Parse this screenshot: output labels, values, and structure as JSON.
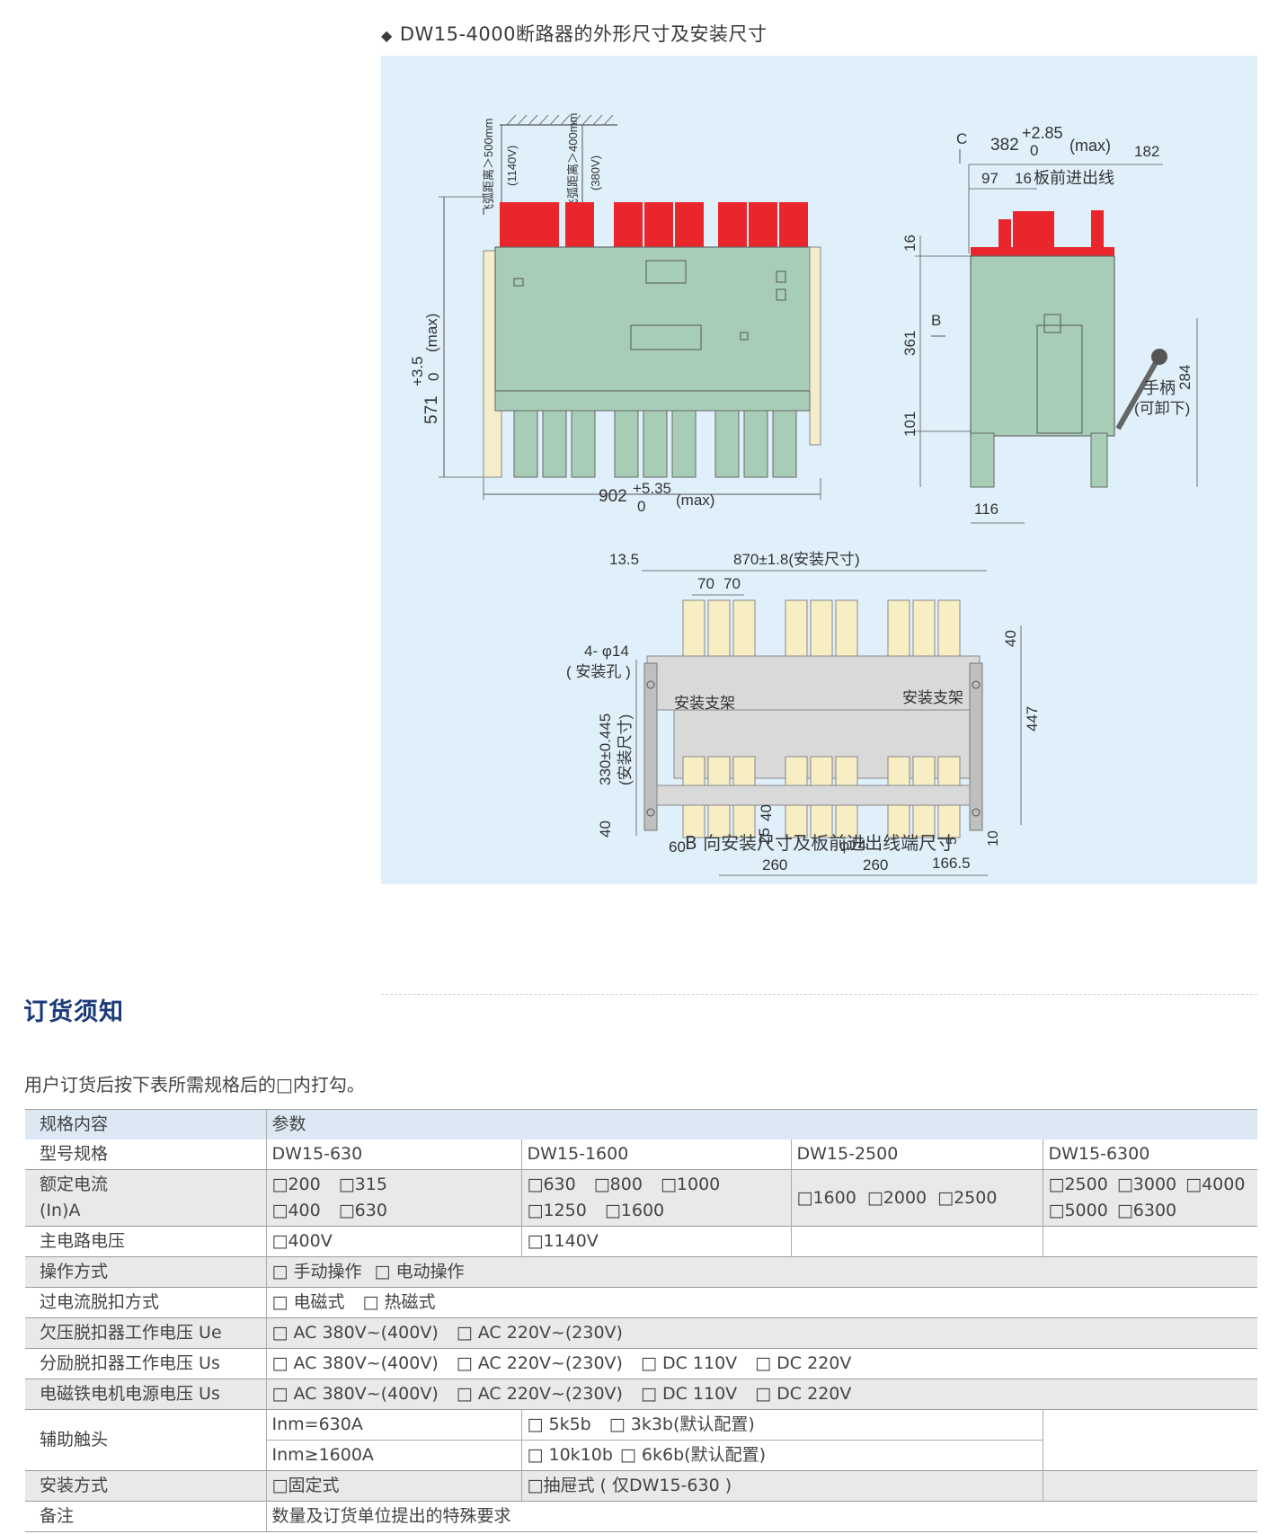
{
  "figure": {
    "title": "DW15-4000断路器的外形尺寸及安装尺寸",
    "front": {
      "clear1": "飞弧距离＞500mm",
      "clear1v": "(1140V)",
      "clear2": "飞弧距离＞400mm",
      "clear2v": "(380V)",
      "height": "571",
      "height_tol": "+3.5",
      "height_tol0": "0",
      "height_max": "(max)",
      "width": "902",
      "width_tol": "+5.35",
      "width_tol0": "0",
      "width_max": "(max)"
    },
    "side": {
      "c": "C",
      "depth": "382",
      "depth_tol": "+2.85",
      "depth_tol0": "0",
      "depth_max": "(max)",
      "d182": "182",
      "d97": "97",
      "d16": "16",
      "front_wiring": "板前进出线",
      "v16": "16",
      "v361": "361",
      "v101": "101",
      "b": "B",
      "v284": "284",
      "handle": "手柄",
      "handle_note": "(可卸下)",
      "d116": "116"
    },
    "bottom": {
      "d13_5": "13.5",
      "d870": "870±1.8(安装尺寸)",
      "d70a": "70",
      "d70b": "70",
      "holes": "4- φ14",
      "holes_note": "( 安装孔 )",
      "bracket1": "安装支架",
      "bracket2": "安装支架",
      "d330": "330±0.445",
      "d330_note": "(安装尺寸)",
      "d40l": "40",
      "d40r": "40",
      "d447": "447",
      "d60": "60",
      "d40m": "40",
      "d25": "25",
      "phi14": "φ14",
      "d260a": "260",
      "d260b": "260",
      "d166_5": "166.5",
      "d5": "5",
      "d10": "10",
      "caption": "B 向安装尺寸及板前进出线端尺寸"
    }
  },
  "ordering": {
    "title": "订货须知",
    "intro": "用户订货后按下表所需规格后的□内打勾。",
    "table": {
      "h_item": "规格内容",
      "h_param": "参数",
      "model_label": "型号规格",
      "models": [
        "DW15-630",
        "DW15-1600",
        "DW15-2500",
        "DW15-6300"
      ],
      "current_label": "额定电流",
      "current_label2": "(In)A",
      "cur_630_r1": [
        "□200",
        "□315"
      ],
      "cur_630_r2": [
        "□400",
        "□630"
      ],
      "cur_1600_r1": [
        "□630",
        "□800",
        "□1000"
      ],
      "cur_1600_r2": [
        "□1250",
        "□1600"
      ],
      "cur_2500": [
        "□1600",
        "□2000",
        "□2500"
      ],
      "cur_6300_r1": [
        "□2500",
        "□3000",
        "□4000"
      ],
      "cur_6300_r2": [
        "□5000",
        "□6300"
      ],
      "voltage_label": "主电路电压",
      "voltage": [
        "□400V",
        "□1140V"
      ],
      "operation_label": "操作方式",
      "operation": [
        "□ 手动操作",
        "□ 电动操作"
      ],
      "overcurrent_label": "过电流脱扣方式",
      "overcurrent": [
        "□ 电磁式",
        "□ 热磁式"
      ],
      "undervoltage_label": "欠压脱扣器工作电压 Ue",
      "undervoltage": [
        "□ AC 380V~(400V)",
        "□ AC 220V~(230V)"
      ],
      "shunt_label": "分励脱扣器工作电压 Us",
      "shunt": [
        "□ AC 380V~(400V)",
        "□ AC 220V~(230V)",
        "□ DC 110V",
        "□ DC 220V"
      ],
      "motor_label": "电磁铁电机电源电压 Us",
      "motor": [
        "□ AC 380V~(400V)",
        "□ AC 220V~(230V)",
        "□ DC 110V",
        "□ DC 220V"
      ],
      "aux_label": "辅助触头",
      "aux_r1_cond": "Inm=630A",
      "aux_r1": [
        "□ 5k5b",
        "□ 3k3b(默认配置)"
      ],
      "aux_r2_cond": "Inm≥1600A",
      "aux_r2": [
        "□ 10k10b",
        "□ 6k6b(默认配置)"
      ],
      "mount_label": "安装方式",
      "mount": [
        "□固定式",
        "□抽屉式 ( 仅DW15-630 )"
      ],
      "note_label": "备注",
      "note": "数量及订货单位提出的特殊要求"
    }
  },
  "colors": {
    "panel": "#dff0fb",
    "breaker_green": "#a8cdb7",
    "terminal_red": "#e8262b",
    "bracket_grey": "#d9d9d9",
    "terminal_cream": "#f7eec4",
    "title_blue": "#1b3a78"
  }
}
